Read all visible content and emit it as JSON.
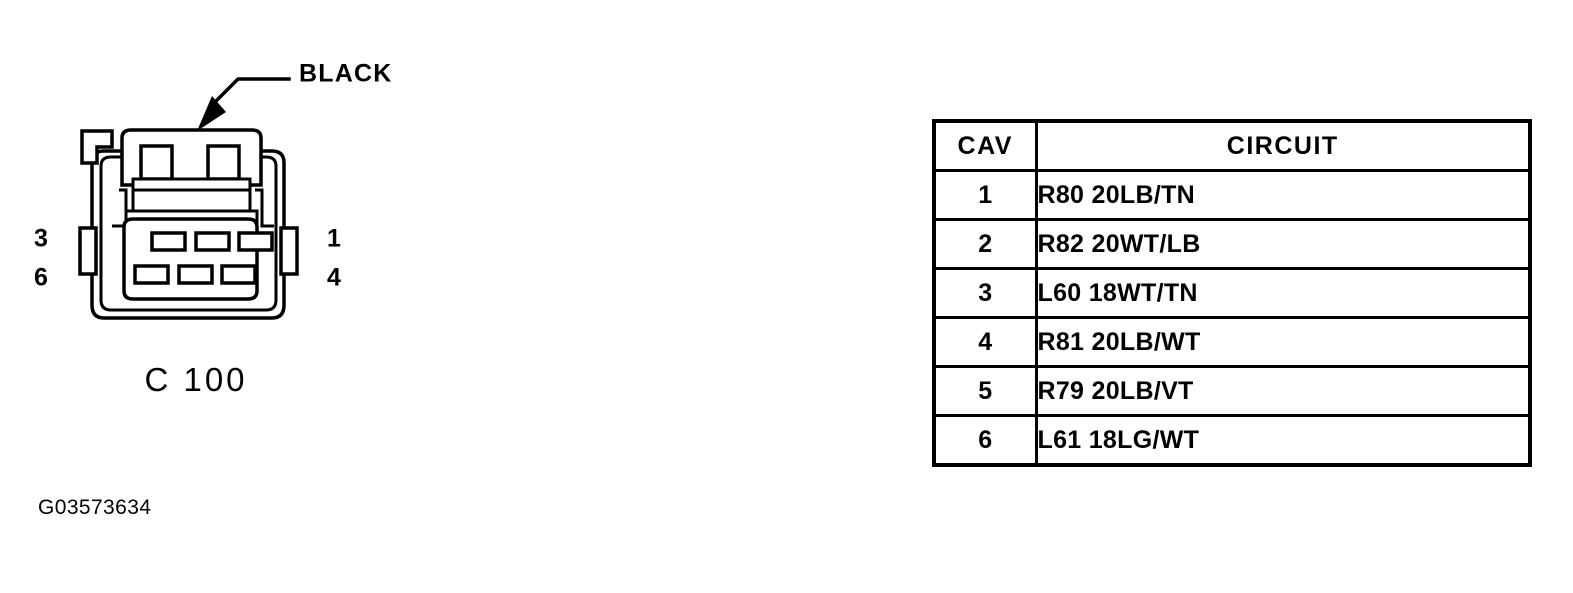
{
  "figure": {
    "callout_label": "BLACK",
    "connector_name": "C 100",
    "reference_code": "G03573634",
    "pins": {
      "left_top": "3",
      "left_bottom": "6",
      "right_top": "1",
      "right_bottom": "4"
    },
    "cavity_count": 6,
    "line_color": "#000000",
    "background_color": "#ffffff"
  },
  "table": {
    "headers": {
      "cav": "CAV",
      "circuit": "CIRCUIT"
    },
    "rows": [
      {
        "cav": "1",
        "circuit": "R80 20LB/TN"
      },
      {
        "cav": "2",
        "circuit": "R82 20WT/LB"
      },
      {
        "cav": "3",
        "circuit": "L60 18WT/TN"
      },
      {
        "cav": "4",
        "circuit": "R81 20LB/WT"
      },
      {
        "cav": "5",
        "circuit": "R79 20LB/VT"
      },
      {
        "cav": "6",
        "circuit": "L61 18LG/WT"
      }
    ]
  }
}
